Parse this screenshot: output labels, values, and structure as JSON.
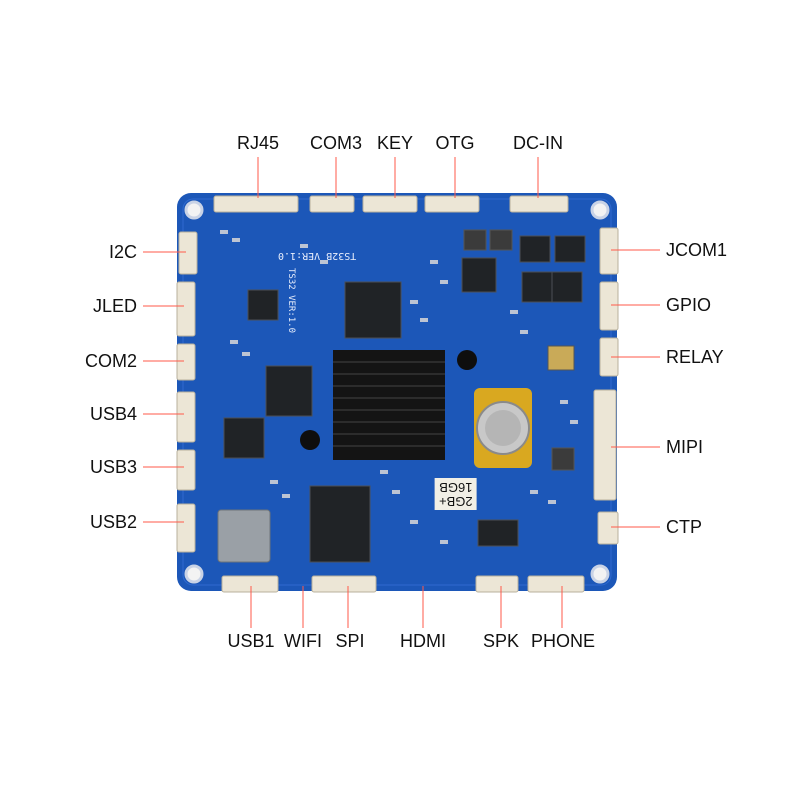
{
  "labels": {
    "top": [
      "RJ45",
      "COM3",
      "KEY",
      "OTG",
      "DC-IN"
    ],
    "left": [
      "I2C",
      "JLED",
      "COM2",
      "USB4",
      "USB3",
      "USB2"
    ],
    "right": [
      "JCOM1",
      "GPIO",
      "RELAY",
      "MIPI",
      "CTP"
    ],
    "bottom": [
      "USB1",
      "WIFI",
      "SPI",
      "HDMI",
      "SPK",
      "PHONE"
    ]
  },
  "silkscreen": {
    "model": "TS32 VER:1.0",
    "model2": "TS32B VER:1.0",
    "memory_line1": "2GB+",
    "memory_line2": "16GB"
  },
  "colors": {
    "pcb": "#1c57b8",
    "pcb_dark": "#123f8f",
    "heatsink": "#141414",
    "connector": "#ece6d6",
    "leader": "#ff5a4a"
  }
}
